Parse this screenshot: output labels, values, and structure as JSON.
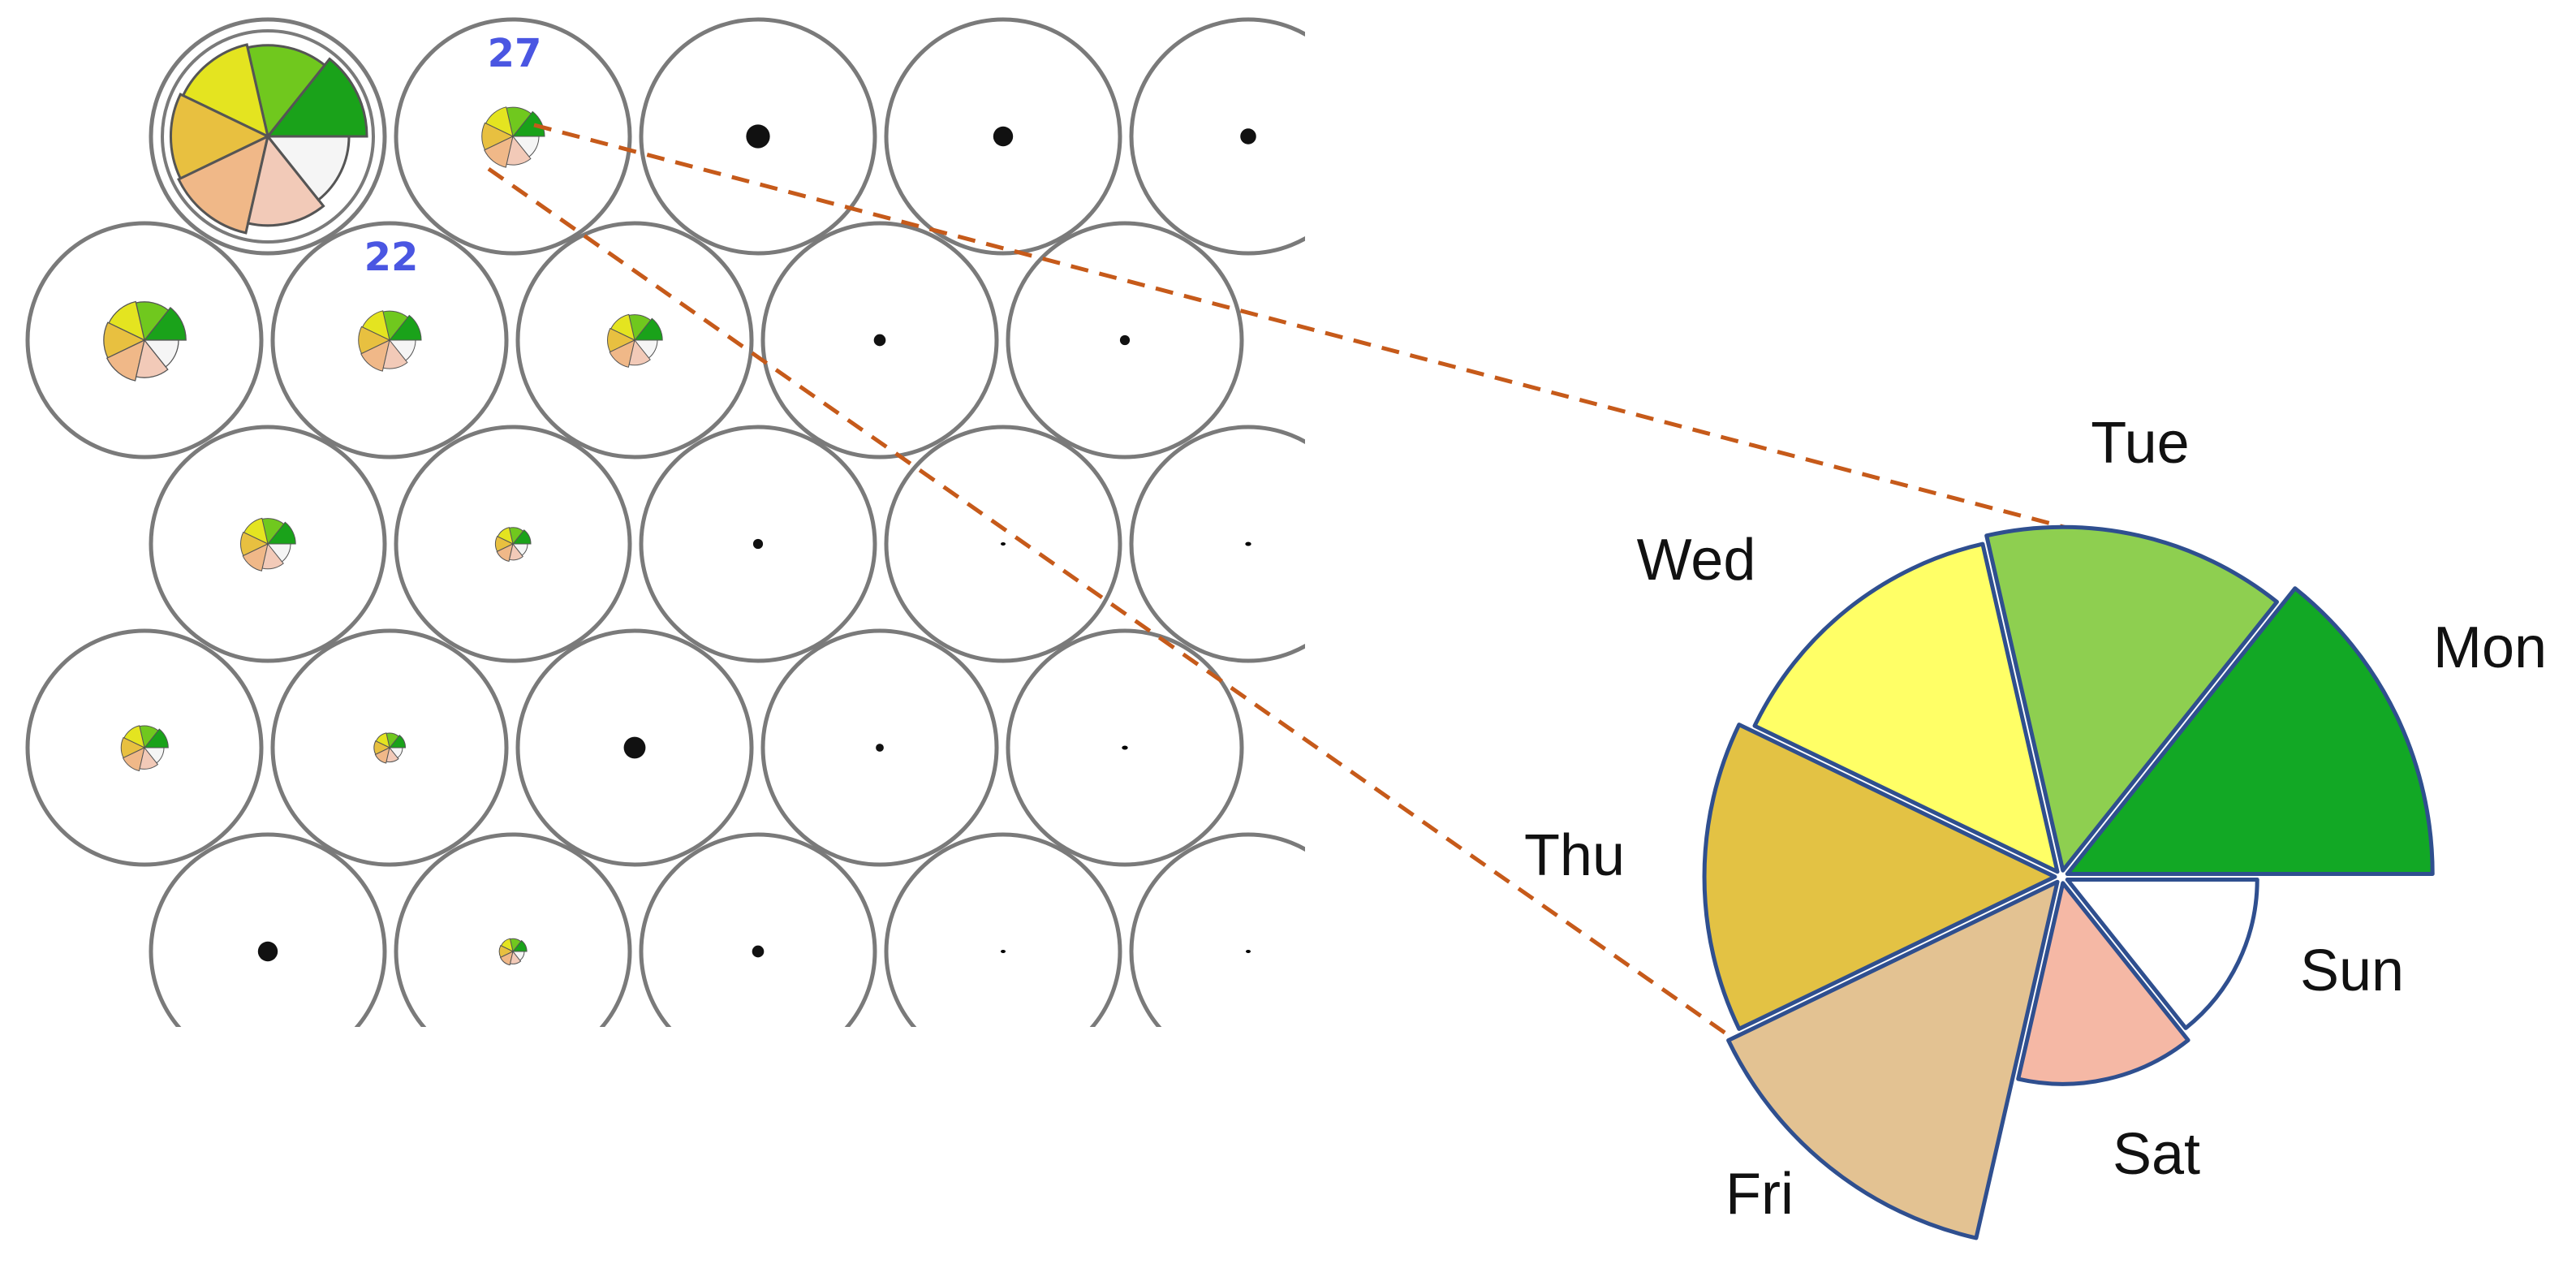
{
  "chart_data": [
    {
      "type": "grid",
      "description_free": true,
      "cell_labels": [
        {
          "row": 0,
          "col": 1,
          "text": "27"
        },
        {
          "row": 1,
          "col": 1,
          "text": "22"
        }
      ],
      "rows": [
        {
          "offset": "odd",
          "cells": [
            {
              "scale": 1.0,
              "circled": true
            },
            {
              "scale": 0.32
            },
            {
              "scale": 0.12
            },
            {
              "scale": 0.1
            },
            {
              "scale": 0.08
            }
          ]
        },
        {
          "offset": "even",
          "cells": [
            {
              "scale": 0.42
            },
            {
              "scale": 0.32
            },
            {
              "scale": 0.28
            },
            {
              "scale": 0.06
            },
            {
              "scale": 0.05
            }
          ]
        },
        {
          "offset": "odd",
          "cells": [
            {
              "scale": 0.28
            },
            {
              "scale": 0.18
            },
            {
              "scale": 0.05
            },
            {
              "scale": 0.02
            },
            {
              "scale": 0.03
            }
          ]
        },
        {
          "offset": "even",
          "cells": [
            {
              "scale": 0.24
            },
            {
              "scale": 0.16
            },
            {
              "scale": 0.11
            },
            {
              "scale": 0.04
            },
            {
              "scale": 0.03
            }
          ]
        },
        {
          "offset": "odd",
          "cells": [
            {
              "scale": 0.1
            },
            {
              "scale": 0.14
            },
            {
              "scale": 0.06
            },
            {
              "scale": 0.02
            },
            {
              "scale": 0.02
            }
          ]
        }
      ]
    },
    {
      "type": "pie",
      "variant": "radial-length",
      "categories": [
        "Mon",
        "Tue",
        "Wed",
        "Thu",
        "Fri",
        "Sat",
        "Sun"
      ],
      "values": [
        1.0,
        0.94,
        0.92,
        0.96,
        1.0,
        0.55,
        0.52
      ],
      "colors": [
        "#12a825",
        "#8ecf50",
        "#ffff66",
        "#e3c244",
        "#e3c292",
        "#f5b8a5",
        "#ffffff"
      ]
    }
  ],
  "mini_pie_colors": [
    "#1aa21a",
    "#70c81e",
    "#e4e420",
    "#e8c040",
    "#f0b888",
    "#f2cab8",
    "#f5f5f5"
  ]
}
